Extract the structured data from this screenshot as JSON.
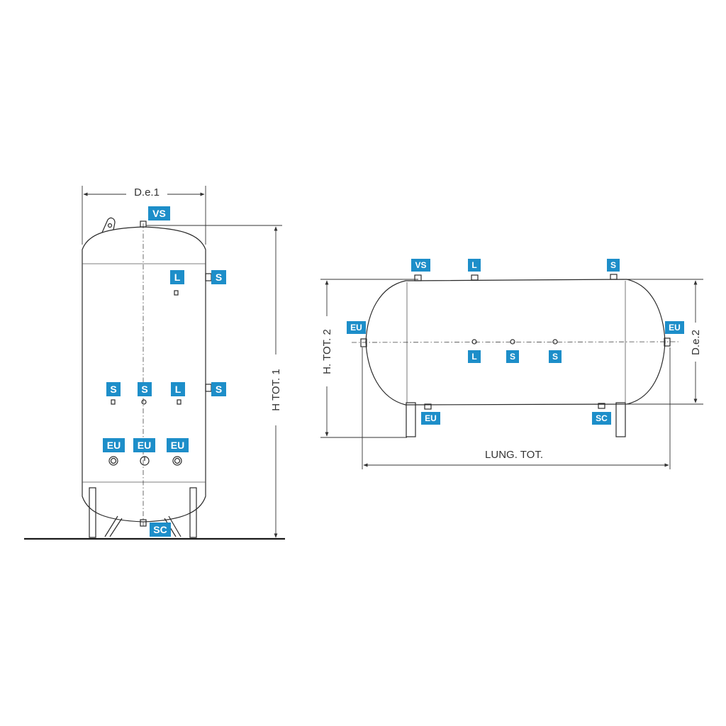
{
  "vertical": {
    "dim_diameter": "D.e.1",
    "dim_height": "H TOT. 1",
    "tags": {
      "vs": "VS",
      "s_upper": "S",
      "l_upper": "L",
      "s1": "S",
      "s2": "S",
      "l_mid": "L",
      "s_side": "S",
      "eu1": "EU",
      "eu2": "EU",
      "eu3": "EU",
      "sc": "SC"
    }
  },
  "horizontal": {
    "dim_height": "H. TOT. 2",
    "dim_diameter": "D.e.2",
    "dim_length": "LUNG. TOT.",
    "tags": {
      "vs": "VS",
      "l_top": "L",
      "s_top": "S",
      "eu_left": "EU",
      "eu_right": "EU",
      "l_mid": "L",
      "s_mid1": "S",
      "s_mid2": "S",
      "eu_bottom": "EU",
      "sc": "SC"
    }
  },
  "colors": {
    "tag": "#1d8ec9",
    "line": "#2a2a2a"
  }
}
